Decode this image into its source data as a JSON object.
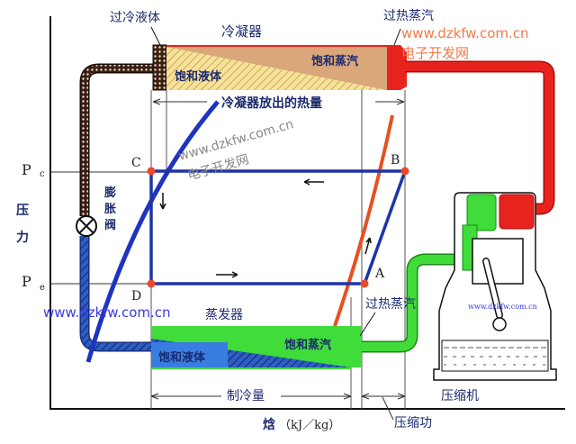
{
  "labels": {
    "subcooled_liquid": "过冷液体",
    "condenser": "冷凝器",
    "superheated_vapor_top": "过热蒸汽",
    "saturated_liquid_top": "饱和液体",
    "saturated_vapor_top": "饱和蒸汽",
    "condenser_heat": "冷凝器放出的热量",
    "pressure_axis": "压力",
    "pressure_axis_chars": [
      "压",
      "力"
    ],
    "expansion_valve": "膨胀阀",
    "expansion_valve_chars": [
      "膨",
      "胀",
      "阀"
    ],
    "pc_main": "P",
    "pc_sub": "c",
    "pe_main": "P",
    "pe_sub": "e",
    "point_a": "A",
    "point_b": "B",
    "point_c": "C",
    "point_d": "D",
    "evaporator": "蒸发器",
    "saturated_liquid_bottom": "饱和液体",
    "saturated_vapor_bottom": "饱和蒸汽",
    "superheated_vapor_bottom": "过热蒸汽",
    "refrigeration_effect": "制冷量",
    "compressor": "压缩机",
    "compression_work": "压缩功",
    "enthalpy_axis": "焓",
    "enthalpy_unit": "（kJ／kg）"
  },
  "watermarks": {
    "url_top_right": "www.dzkfw.com.cn",
    "cn_top_right": "电子开发网",
    "url_center": "www.dzkfw.com.cn",
    "cn_center": "电子开发网",
    "url_left": "www.dzkfw.com.cn",
    "url_compressor": "www.dzkfw.com.cn"
  },
  "colors": {
    "cycle_blue": "#1f33a8",
    "superheated_red": "#e8231e",
    "vapor_green": "#3fdc3a",
    "liquid_blue": "#3a7de0",
    "condenser_tan": "#d9a77a",
    "watermark_orange": "#ef7a4a",
    "watermark_blue": "#3a3ae8"
  }
}
